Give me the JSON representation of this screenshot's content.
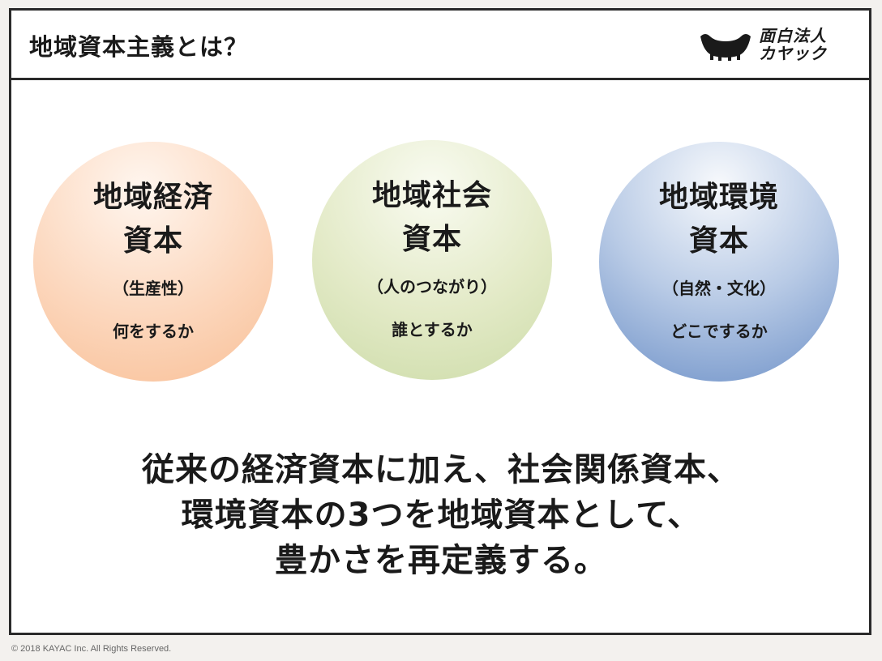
{
  "slide": {
    "title": "地域資本主義とは？"
  },
  "logo": {
    "line1": "面白法人",
    "line2": "カヤック"
  },
  "circles": [
    {
      "heading_line1": "地域経済",
      "heading_line2": "資本",
      "sub": "（生産性）",
      "desc": "何をするか",
      "color": "#f8bf96"
    },
    {
      "heading_line1": "地域社会",
      "heading_line2": "資本",
      "sub": "（人のつながり）",
      "desc": "誰とするか",
      "color": "#cddca9"
    },
    {
      "heading_line1": "地域環境",
      "heading_line2": "資本",
      "sub": "（自然・文化）",
      "desc": "どこでするか",
      "color": "#6f92c8"
    }
  ],
  "summary": {
    "line1": "従来の経済資本に加え、社会関係資本、",
    "line2": "環境資本の3つを地域資本として、",
    "line3": "豊かさを再定義する。"
  },
  "footer": {
    "copyright": "© 2018 KAYAC Inc. All Rights Reserved."
  }
}
